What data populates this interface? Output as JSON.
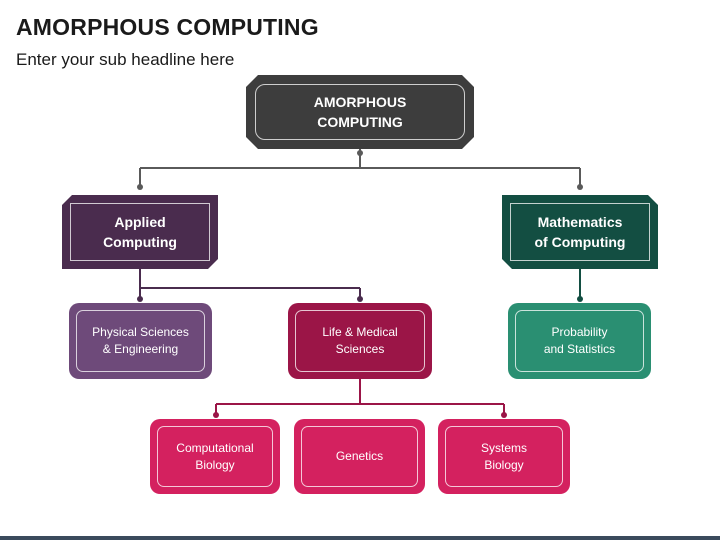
{
  "header": {
    "title": "AMORPHOUS COMPUTING",
    "subtitle": "Enter your sub headline here"
  },
  "diagram": {
    "root": "AMORPHOUS\nCOMPUTING",
    "applied": "Applied\nComputing",
    "math": "Mathematics\nof Computing",
    "physical": "Physical Sciences\n& Engineering",
    "life": "Life & Medical\nSciences",
    "probability": "Probability\nand Statistics",
    "computational": "Computational\nBiology",
    "genetics": "Genetics",
    "systems": "Systems\nBiology"
  },
  "colors": {
    "root": "#3d3d3d",
    "applied": "#4a2c4e",
    "math": "#134e42",
    "physical": "#6e4a7a",
    "life": "#9b1547",
    "probability": "#2a8f72",
    "leaf": "#d4215f",
    "connector_gray": "#5a5a5a",
    "connector_plum": "#4a2c4e",
    "connector_green": "#134e42",
    "connector_crimson": "#9b1547"
  }
}
